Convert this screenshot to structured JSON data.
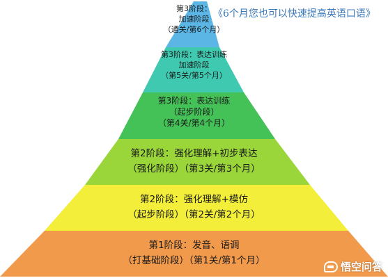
{
  "caption": "《6个月您也可以快速提高英语口语》",
  "watermark": {
    "text": "悟空问答",
    "icon": "chat-bubble-icon"
  },
  "tiers": [
    {
      "lines": [
        "第3阶段：",
        "加速阶段",
        "（通关/第6个月）"
      ],
      "color": "#5bb6e6"
    },
    {
      "lines": [
        "第3阶段：表达训练",
        "加速阶段",
        "（第5关/第5个月）"
      ],
      "color": "#3fc9b0"
    },
    {
      "lines": [
        "第3阶段：表达训练",
        "（起步阶段）",
        "（第4关/第4个月）"
      ],
      "color": "#44c157"
    },
    {
      "lines": [
        "第2阶段：强化理解+初步表达",
        "（强化阶段）（第3关/第3个月）"
      ],
      "color": "#9ad63a"
    },
    {
      "lines": [
        "第2阶段：强化理解+模仿",
        "（起步阶段）（第2关/第2个月）"
      ],
      "color": "#f2ee3a"
    },
    {
      "lines": [
        "第1阶段：发音、语调",
        "（打基础阶段）（第1关/第1个月）"
      ],
      "color": "#f29a4b"
    }
  ]
}
